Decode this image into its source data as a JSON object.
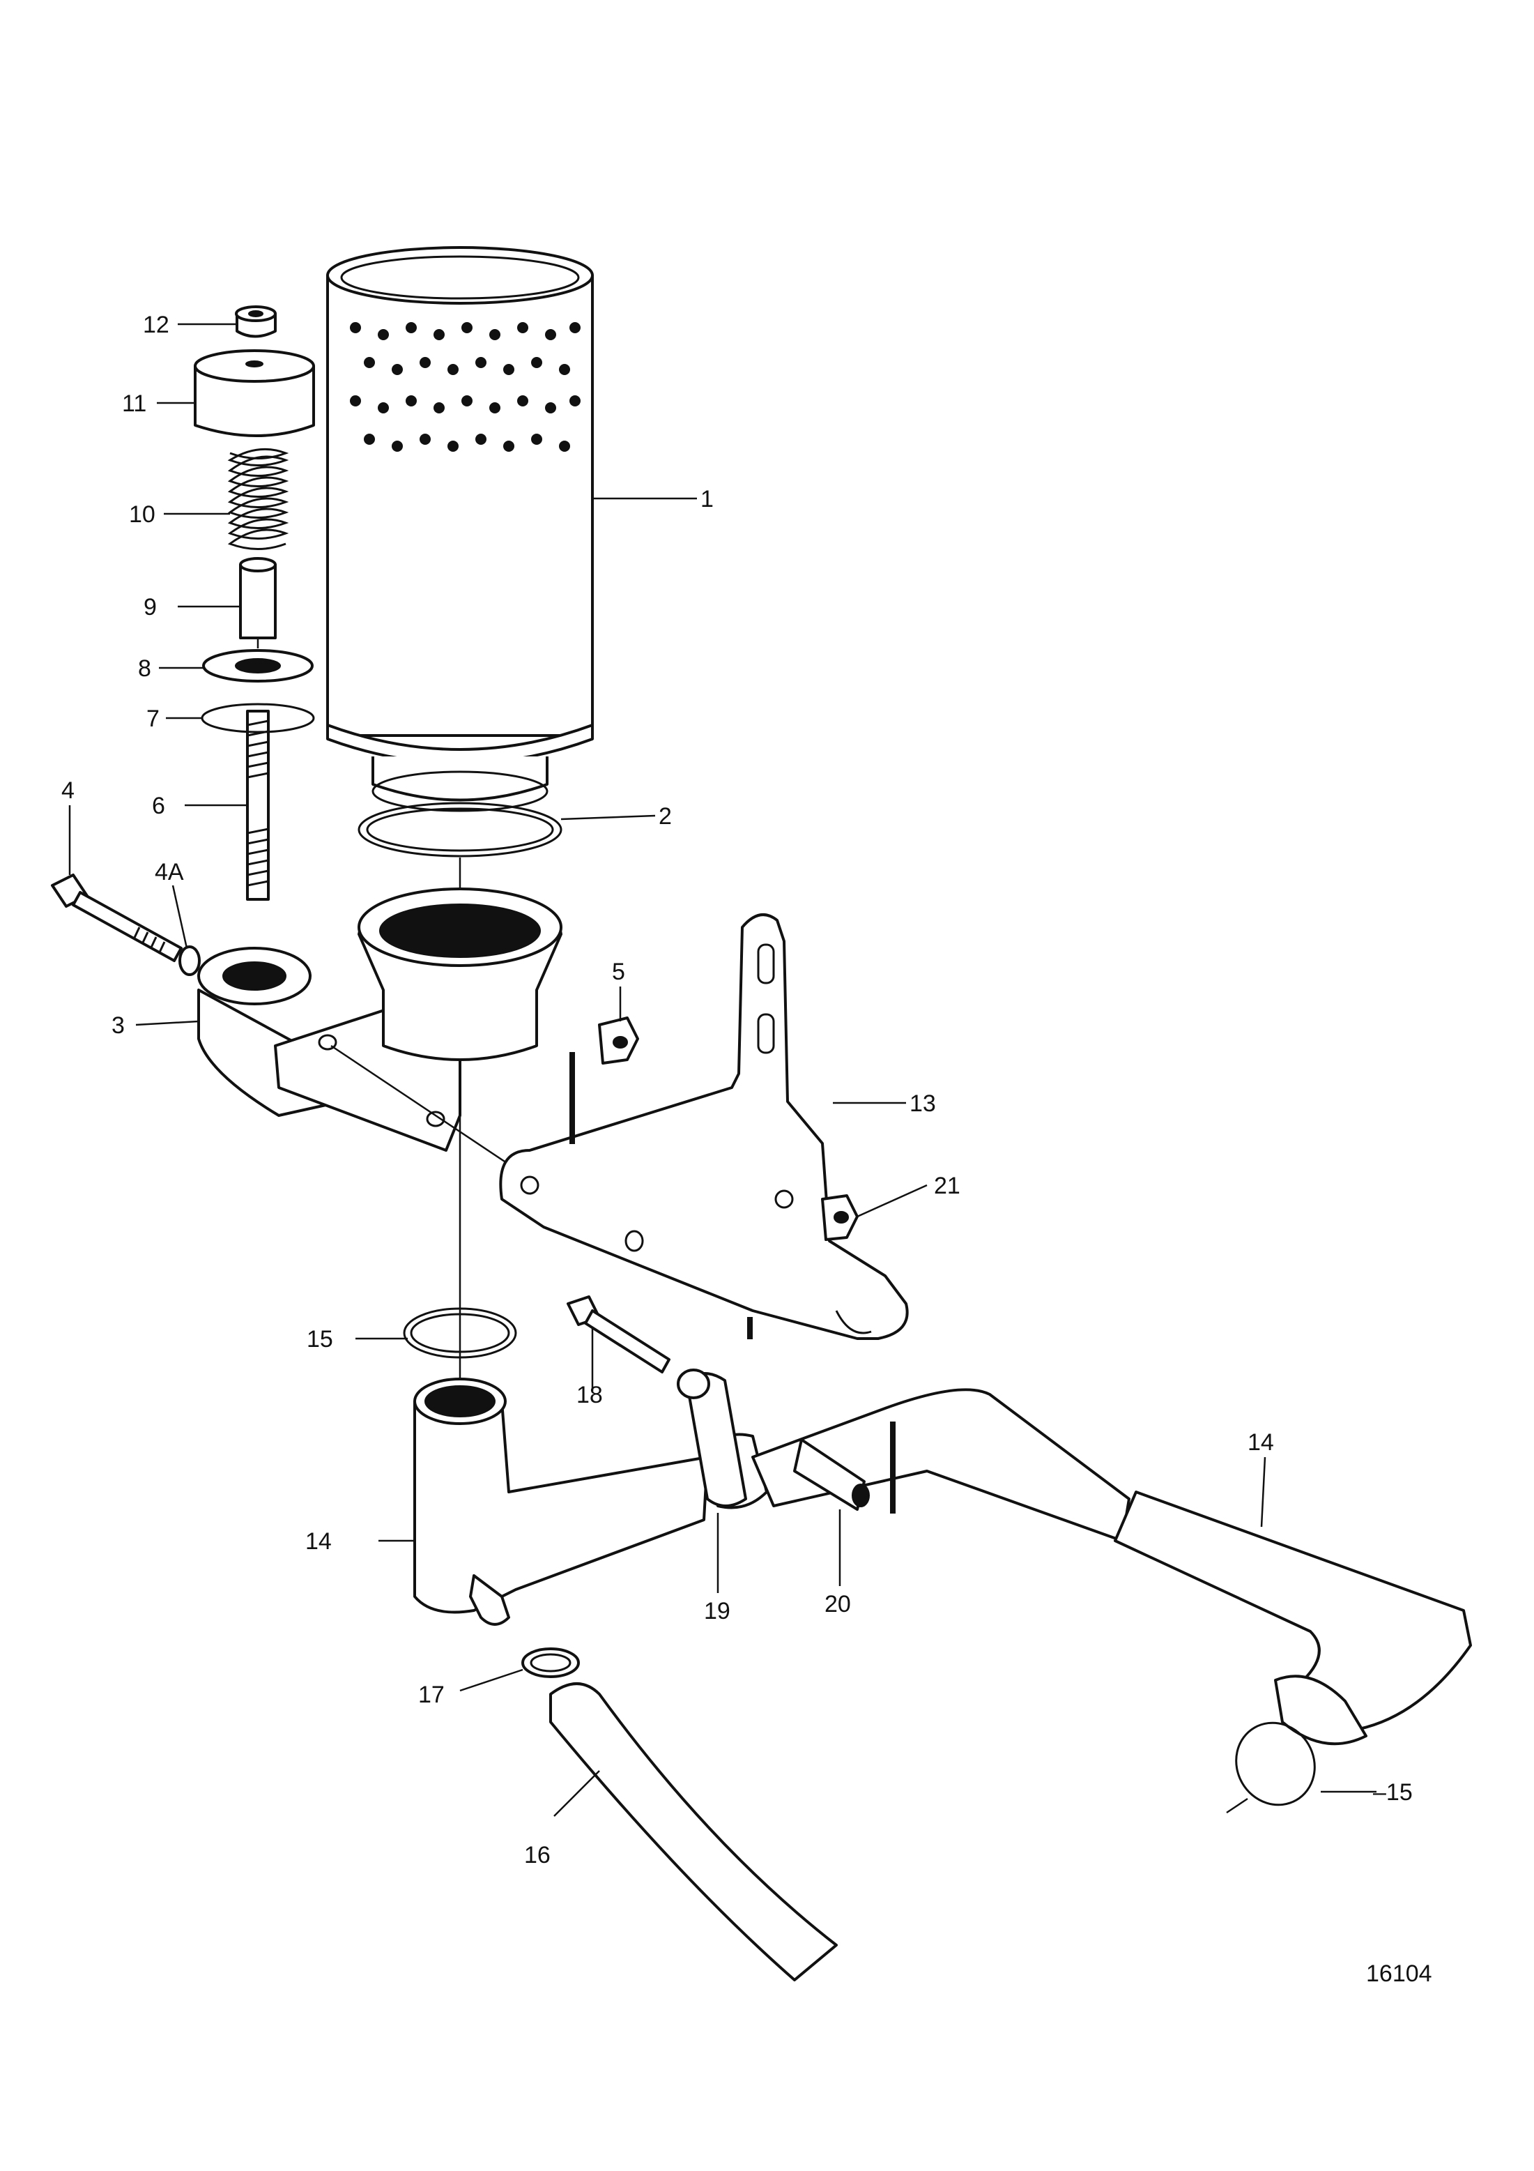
{
  "drawing_number": "16104",
  "callouts": {
    "c1": "1",
    "c2": "2",
    "c3": "3",
    "c4": "4",
    "c4a": "4A",
    "c5": "5",
    "c6": "6",
    "c7": "7",
    "c8": "8",
    "c9": "9",
    "c10": "10",
    "c11": "11",
    "c12": "12",
    "c13": "13",
    "c14a": "14",
    "c14b": "14",
    "c15a": "15",
    "c15b": "–15",
    "c16": "16",
    "c17": "17",
    "c18": "18",
    "c19": "19",
    "c20": "20",
    "c21": "21"
  }
}
